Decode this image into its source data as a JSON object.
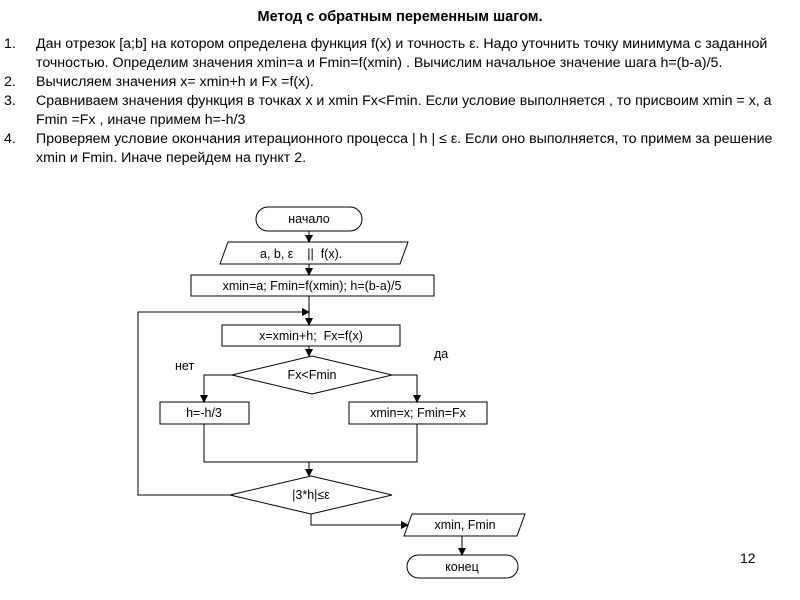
{
  "title": "Метод с обратным переменным шагом.",
  "steps": [
    {
      "num": "1.",
      "text": "Дан отрезок [a;b] на котором определена функция f(x) и точность ε. Надо уточнить точку минимума с заданной точностью. Определим  значения  xmin=a и Fmin=f(xmin) . Вычислим начальное значение шага h=(b-a)/5."
    },
    {
      "num": "2.",
      "text": "Вычисляем  значения x= xmin+h и  Fx =f(x)."
    },
    {
      "num": "3.",
      "text": "Сравниваем значения функция в точках x и xmin  Fx<Fmin. Если условие выполняется , то присвоим  xmin = x, а  Fmin =Fx , иначе примем h=-h/3"
    },
    {
      "num": "4.",
      "text": "Проверяем условие окончания итерационного процесса | h | ≤ ε. Если оно выполняется, то примем за решение xmin и Fmin. Иначе перейдем на пункт 2."
    }
  ],
  "flowchart": {
    "start": "начало",
    "input": "a, b, ε    ||  f(x).",
    "init": "xmin=a; Fmin=f(xmin); h=(b-a)/5",
    "compute": "x=xmin+h;  Fx=f(x)",
    "condition": "Fx<Fmin",
    "label_no": "нет",
    "label_yes": "да",
    "branch_no": "h=-h/3",
    "branch_yes": "xmin=x; Fmin=Fx",
    "check": "|3*h|≤ε",
    "output": "xmin, Fmin",
    "end": "конец"
  },
  "page_number": "12"
}
